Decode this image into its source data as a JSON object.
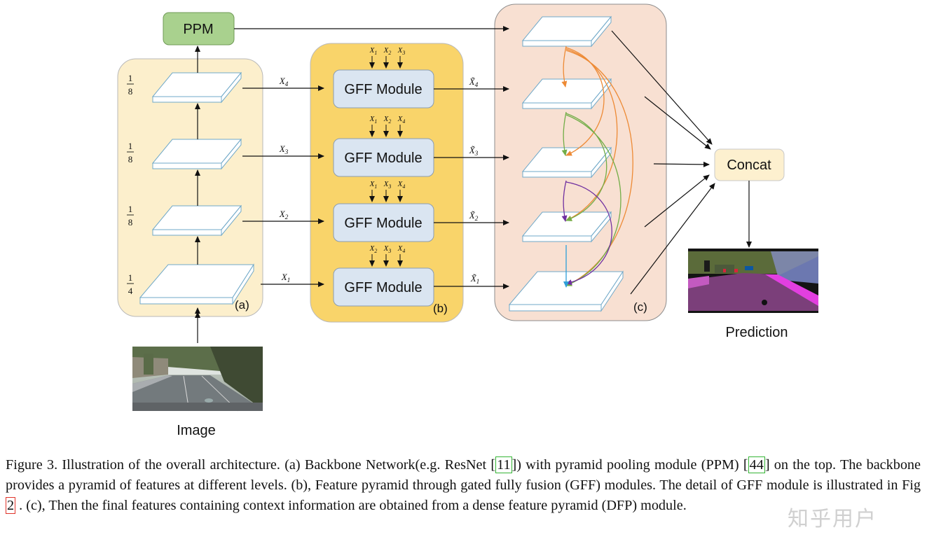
{
  "figure": {
    "ppm_label": "PPM",
    "concat_label": "Concat",
    "image_label": "Image",
    "prediction_label": "Prediction",
    "panel_a_label": "(a)",
    "panel_b_label": "(b)",
    "panel_c_label": "(c)",
    "gff_label": "GFF Module",
    "scales": [
      "1/8",
      "1/8",
      "1/8",
      "1/4"
    ],
    "backbone_outputs": [
      "X4",
      "X3",
      "X2",
      "X1"
    ],
    "fused_outputs": [
      "X̃4",
      "X̃3",
      "X̃2",
      "X̃1"
    ],
    "gff_inputs": [
      [
        "X1",
        "X2",
        "X3"
      ],
      [
        "X1",
        "X2",
        "X4"
      ],
      [
        "X1",
        "X3",
        "X4"
      ],
      [
        "X2",
        "X3",
        "X4"
      ]
    ],
    "colors": {
      "backbone_bg": "#fcefcc",
      "gff_bg": "#f9d46a",
      "dfp_bg": "#f8e0d2",
      "ppm_fill": "#a9d18e",
      "concat_fill": "#fdf0cf",
      "module_fill": "#dae5f1",
      "arc_orange": "#ed8a35",
      "arc_green": "#72ad47",
      "arc_purple": "#7030a0",
      "arc_blue": "#2e9fd8"
    }
  },
  "caption": {
    "figure_label": "Figure 3.",
    "part1": " Illustration of the overall architecture. (a) Backbone Network(e.g. ResNet [",
    "ref1": "11",
    "part2": "]) with pyramid pooling module (PPM) [",
    "ref2": "44",
    "part3": "] on the top. The backbone provides a pyramid of features at different levels. (b), Feature pyramid through gated fully fusion (GFF) modules. The detail of GFF module is illustrated in Fig ",
    "ref3": "2",
    "part4": " . (c), Then the final features containing context information are obtained from a dense feature pyramid (DFP) module."
  },
  "watermark": "知乎用户"
}
